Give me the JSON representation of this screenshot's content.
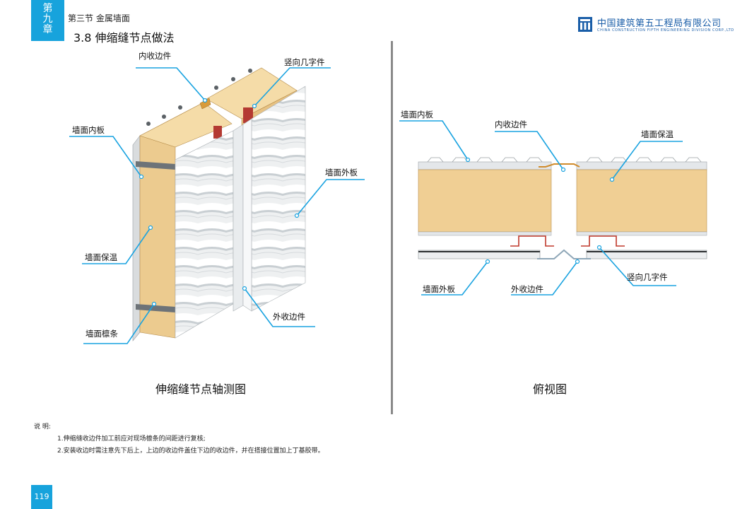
{
  "header": {
    "chapter_chars": [
      "第",
      "九",
      "章"
    ],
    "section": "第三节  金属墙面",
    "heading": "3.8  伸缩缝节点做法",
    "company_name": "中国建筑第五工程局有限公司",
    "company_name_en": "CHINA CONSTRUCTION FIFTH ENGINEERING DIVISION CORP.,LTD"
  },
  "left_figure": {
    "caption": "伸缩缝节点轴测图",
    "labels": {
      "inner_trim": "内收边件",
      "vertical_hat": "竖向几字件",
      "inner_panel": "墙面内板",
      "outer_panel": "墙面外板",
      "insulation": "墙面保温",
      "outer_trim": "外收边件",
      "purlin": "墙面檩条"
    }
  },
  "right_figure": {
    "caption": "俯视图",
    "labels": {
      "inner_panel": "墙面内板",
      "inner_trim": "内收边件",
      "insulation": "墙面保温",
      "vertical_hat": "竖向几字件",
      "outer_panel": "墙面外板",
      "outer_trim": "外收边件"
    }
  },
  "notes": {
    "title": "说  明:",
    "items": [
      "1.伸缩缝收边件加工前应对现场檩条的间距进行复核;",
      "2.安装收边时需注意先下后上，上边的收边件盖住下边的收边件，并在搭接位置加上丁基胶带。"
    ]
  },
  "page_number": "119",
  "colors": {
    "accent": "#17a3dc",
    "brand": "#1a5ea8",
    "callout_line": "#1aa3e0",
    "insulation": "#f0cf94",
    "hat_red": "#c0392b"
  }
}
